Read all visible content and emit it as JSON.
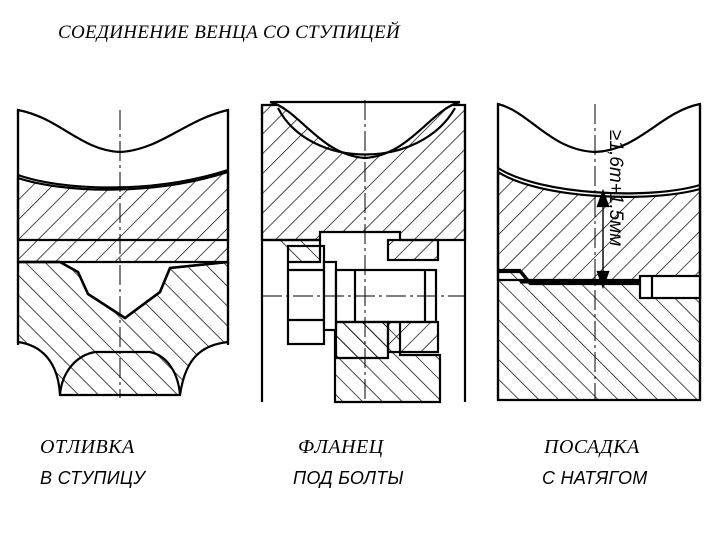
{
  "title": "СОЕДИНЕНИЕ ВЕНЦА СО СТУПИЦЕЙ",
  "panels": [
    {
      "caption_line1": "ОТЛИВКА",
      "caption_line2": "В СТУПИЦУ"
    },
    {
      "caption_line1": "ФЛАНЕЦ",
      "caption_line2": "ПОД БОЛТЫ"
    },
    {
      "caption_line1": "ПОСАДКА",
      "caption_line2": "С НАТЯГОМ"
    }
  ],
  "dimension_label": "≥1,6m+1,5мм",
  "colors": {
    "ink": "#000000",
    "paper": "#ffffff"
  }
}
